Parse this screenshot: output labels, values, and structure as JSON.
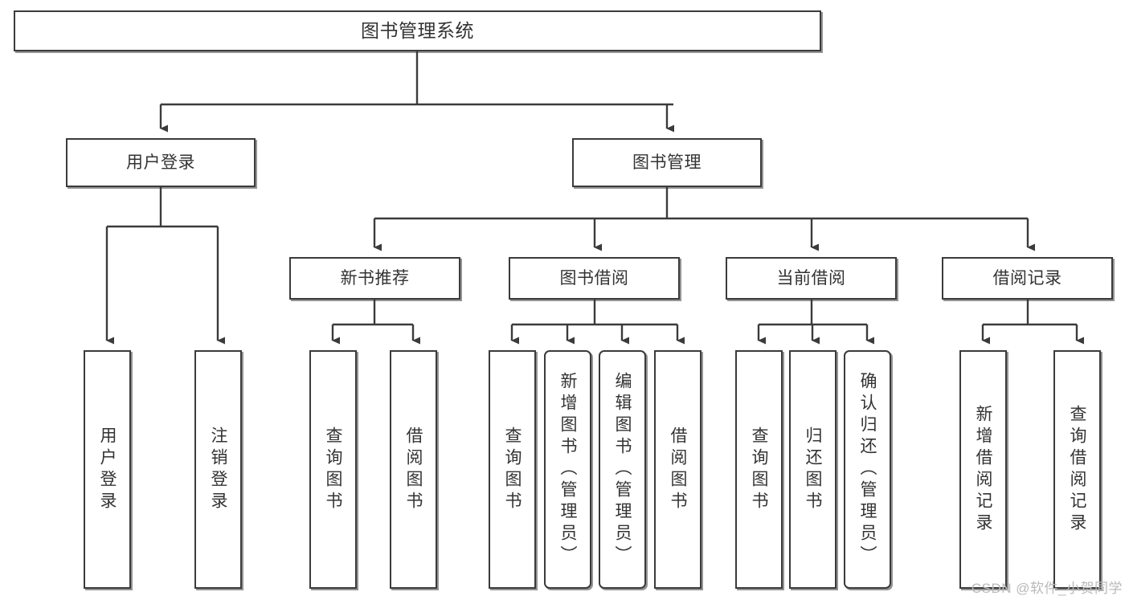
{
  "diagram": {
    "title": "图书管理系统",
    "type": "hierarchy-tree",
    "root": {
      "label": "图书管理系统"
    },
    "level1": [
      {
        "label": "用户登录"
      },
      {
        "label": "图书管理"
      }
    ],
    "level2": [
      {
        "label": "新书推荐"
      },
      {
        "label": "图书借阅"
      },
      {
        "label": "当前借阅"
      },
      {
        "label": "借阅记录"
      }
    ],
    "leaves": [
      {
        "label": "用户登录",
        "parent": "用户登录"
      },
      {
        "label": "注销登录",
        "parent": "用户登录"
      },
      {
        "label": "查询图书",
        "parent": "新书推荐"
      },
      {
        "label": "借阅图书",
        "parent": "新书推荐"
      },
      {
        "label": "查询图书",
        "parent": "图书借阅"
      },
      {
        "label": "新增图书（管理员）",
        "parent": "图书借阅"
      },
      {
        "label": "编辑图书（管理员）",
        "parent": "图书借阅"
      },
      {
        "label": "借阅图书",
        "parent": "图书借阅"
      },
      {
        "label": "查询图书",
        "parent": "当前借阅"
      },
      {
        "label": "归还图书",
        "parent": "当前借阅"
      },
      {
        "label": "确认归还（管理员）",
        "parent": "当前借阅"
      },
      {
        "label": "新增借阅记录",
        "parent": "借阅记录"
      },
      {
        "label": "查询借阅记录",
        "parent": "借阅记录"
      }
    ]
  },
  "watermark": {
    "text": "CSDN @软件_小贺同学"
  },
  "colors": {
    "stroke": "#3b3b3b",
    "text": "#333333",
    "background": "#ffffff",
    "watermark": "#b9b9b9"
  }
}
